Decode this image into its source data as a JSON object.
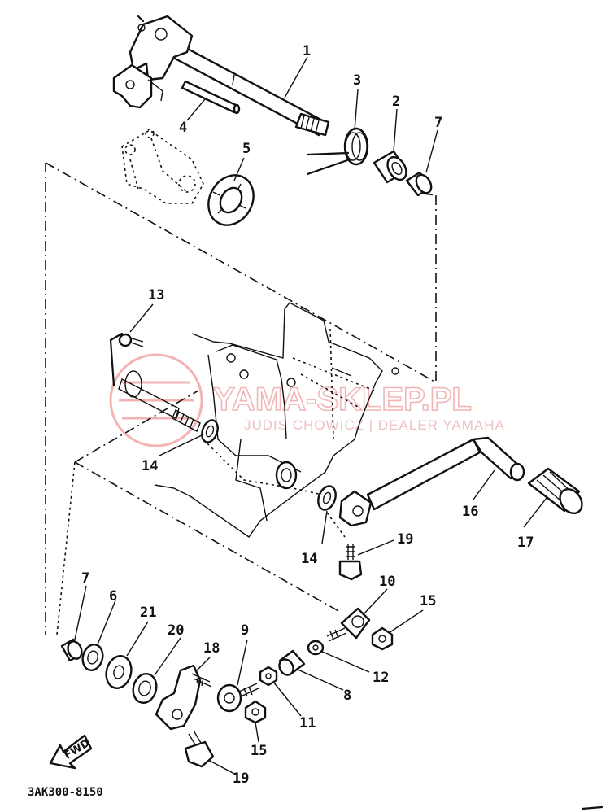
{
  "diagram": {
    "code": "3AK300-8150",
    "fwd_label": "FWD",
    "watermark": {
      "main": "YAMA-SKLEP.PL",
      "sub": "JUDIS CHOWICZ | DEALER YAMAHA"
    },
    "callouts": {
      "c1": "1",
      "c2": "2",
      "c3": "3",
      "c4": "4",
      "c5": "5",
      "c6": "6",
      "c7a": "7",
      "c7b": "7",
      "c8": "8",
      "c9": "9",
      "c10": "10",
      "c11": "11",
      "c12": "12",
      "c13": "13",
      "c14a": "14",
      "c14b": "14",
      "c15a": "15",
      "c15b": "15",
      "c16": "16",
      "c17": "17",
      "c18": "18",
      "c19a": "19",
      "c19b": "19",
      "c20": "20",
      "c21": "21"
    }
  }
}
